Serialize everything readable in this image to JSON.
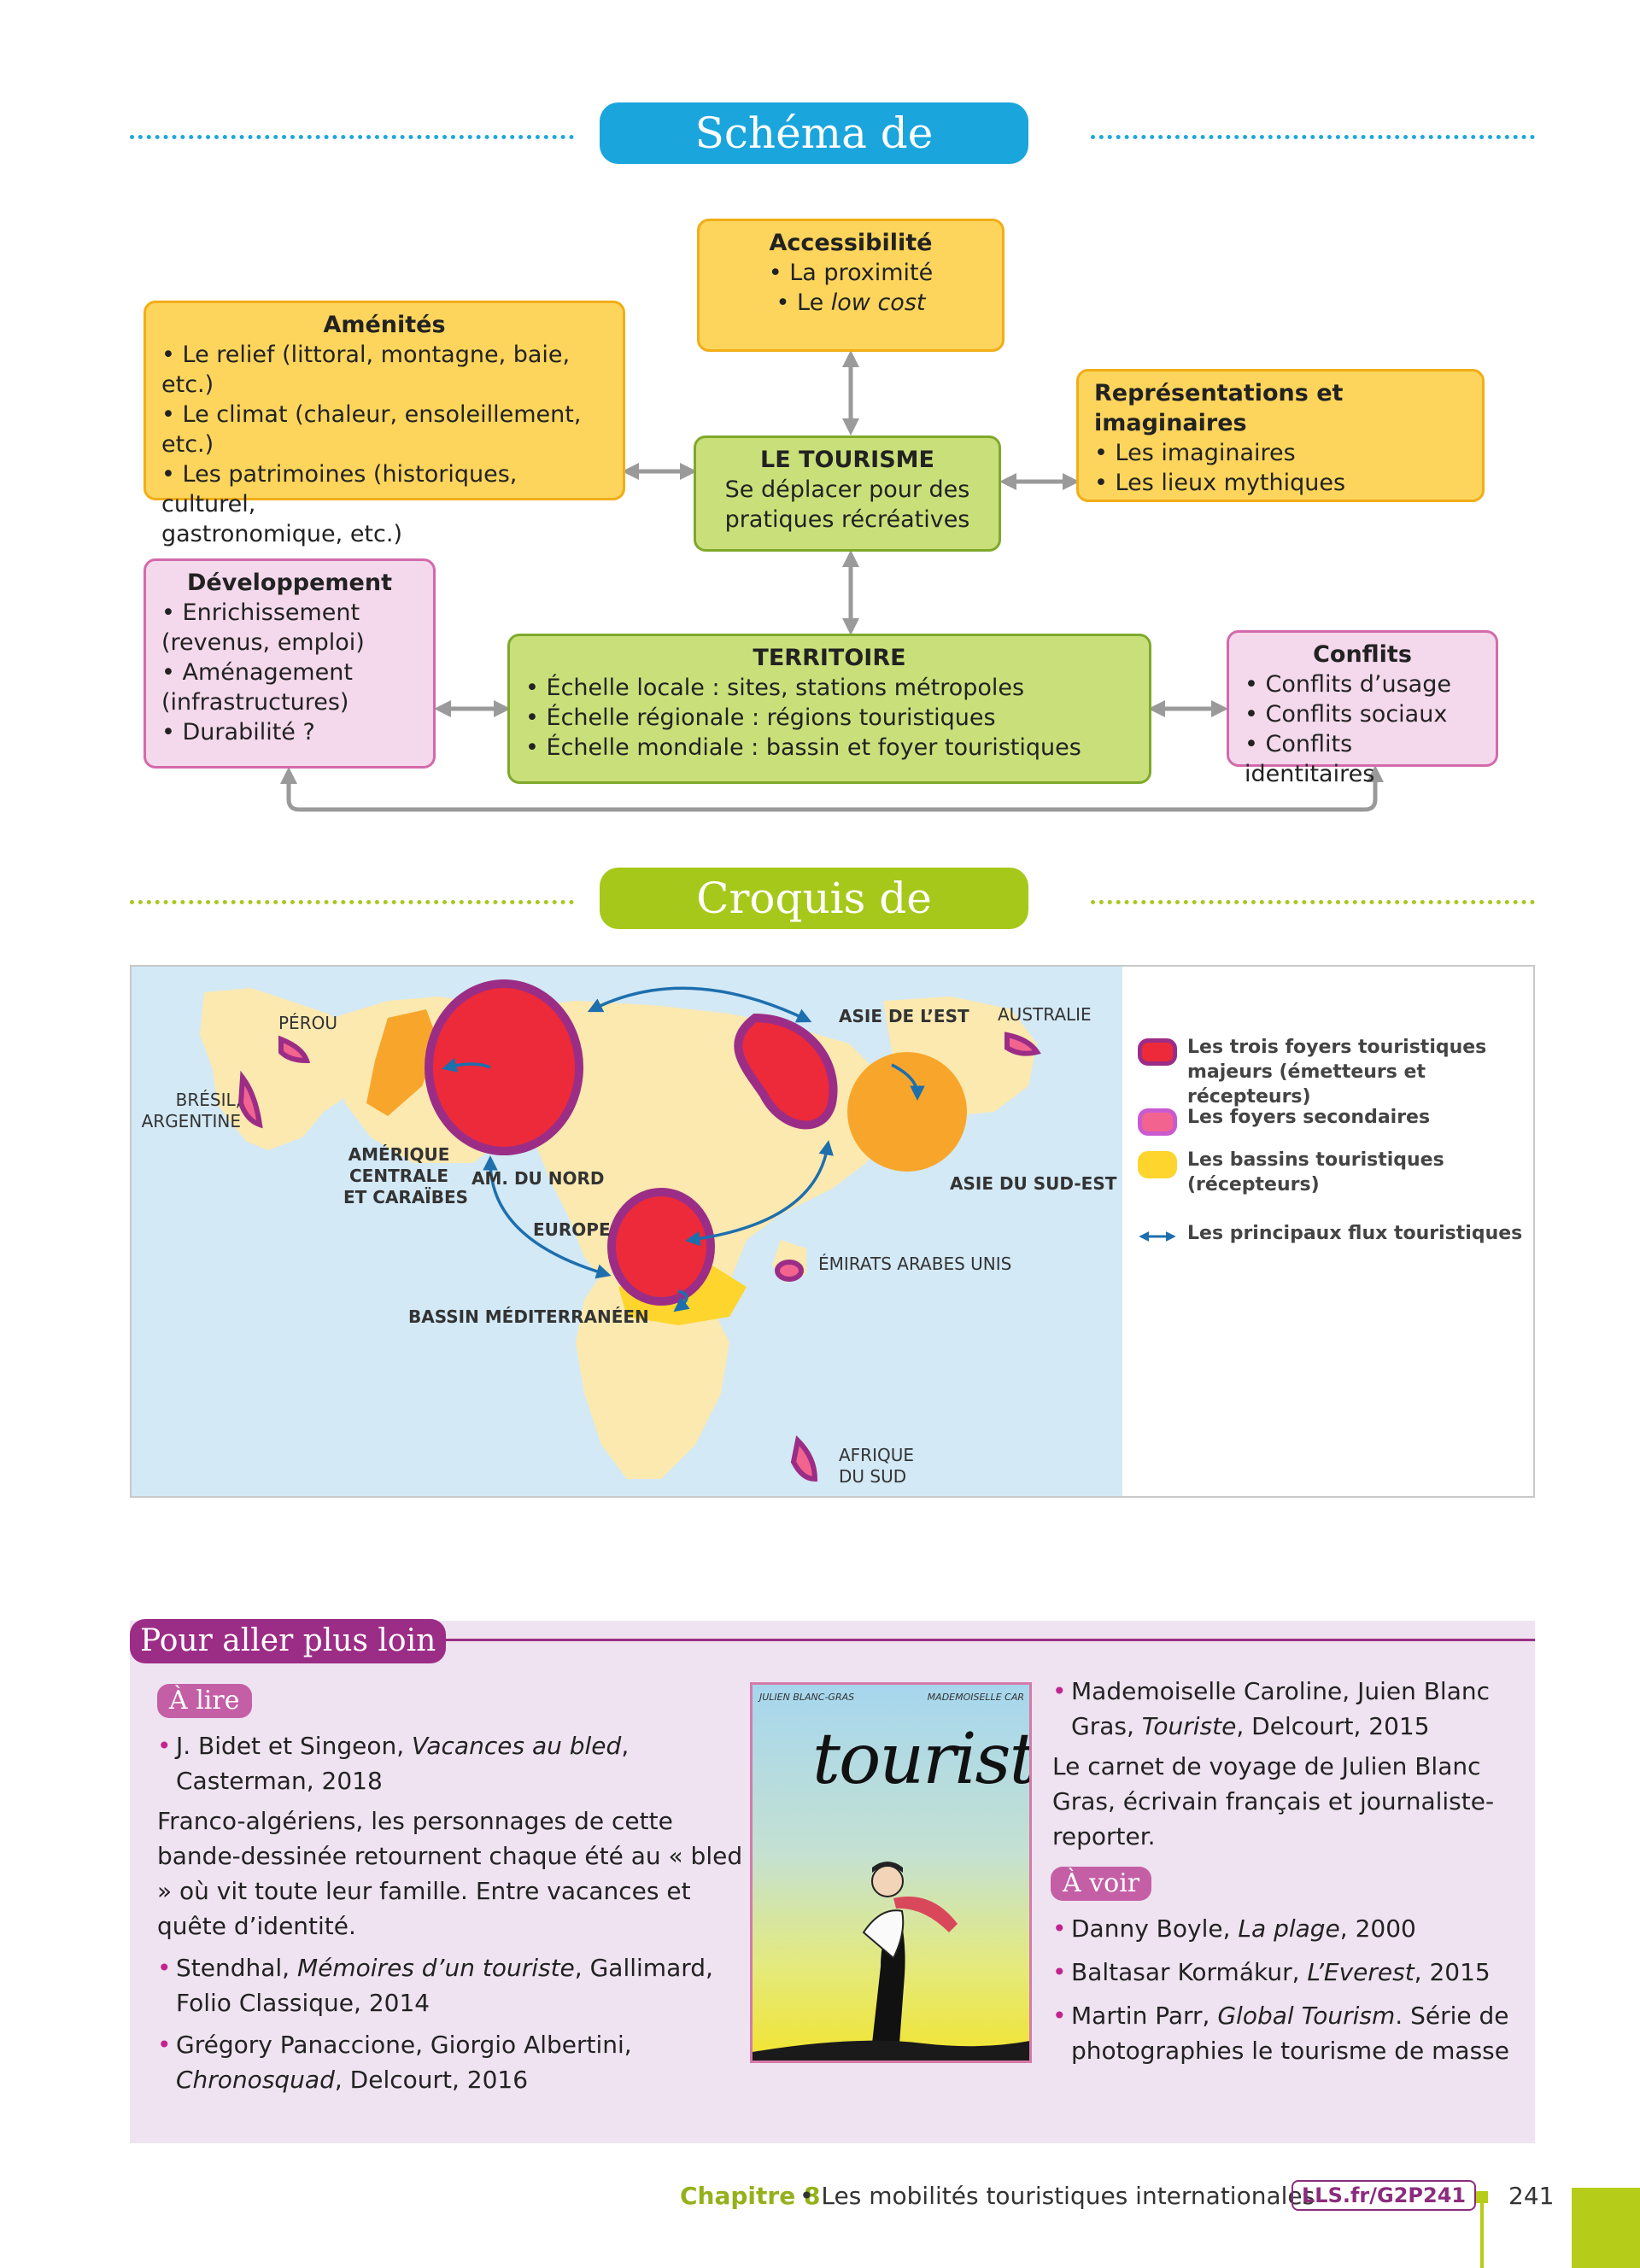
{
  "schema": {
    "title": "Schéma de synthèse",
    "accessibilite": {
      "title": "Accessibilité",
      "items": [
        "La proximité",
        "Le ",
        "low cost"
      ]
    },
    "amenites": {
      "title": "Aménités",
      "items": [
        "Le relief (littoral, montagne, baie, etc.)",
        "Le climat (chaleur, ensoleillement, etc.)",
        "Les patrimoines (historiques, culturel,",
        "gastronomique, etc.)"
      ]
    },
    "tourisme": {
      "title": "LE TOURISME",
      "lines": [
        "Se déplacer pour des",
        "pratiques récréatives"
      ]
    },
    "representations": {
      "title": "Représentations et imaginaires",
      "items": [
        "Les imaginaires",
        "Les lieux mythiques"
      ]
    },
    "developpement": {
      "title": "Développement",
      "items": [
        "Enrichissement",
        "(revenus, emploi)",
        "Aménagement",
        "(infrastructures)",
        "Durabilité ?"
      ]
    },
    "territoire": {
      "title": "TERRITOIRE",
      "items": [
        "Échelle locale : sites, stations métropoles",
        "Échelle régionale : régions touristiques",
        "Échelle mondiale : bassin et foyer touristiques"
      ]
    },
    "conflits": {
      "title": "Conflits",
      "items": [
        "Conflits d’usage",
        "Conflits sociaux",
        "Conflits identitaires"
      ]
    }
  },
  "croquis": {
    "title": "Croquis de synthèse",
    "labels": {
      "perou": "PÉROU",
      "bresil": "BRÉSIL,",
      "argentine": "ARGENTINE",
      "amerique_centrale": [
        "AMÉRIQUE",
        "CENTRALE",
        "ET CARAÏBES"
      ],
      "am_nord": "AM. DU NORD",
      "europe": "EUROPE",
      "bassin_med": "BASSIN MÉDITERRANÉEN",
      "asie_est": "ASIE DE L’EST",
      "australie": "AUSTRALIE",
      "asie_sud_est": "ASIE DU SUD-EST",
      "emirats": "ÉMIRATS ARABES UNIS",
      "afrique_sud": [
        "AFRIQUE",
        "DU SUD"
      ]
    },
    "legend": [
      {
        "text": "Les trois foyers touristiques majeurs (émetteurs et récepteurs)",
        "color": "#ec2a3a"
      },
      {
        "text": "Les foyers secondaires",
        "color": "#f2648f"
      },
      {
        "text": "Les bassins touristiques (récepteurs)",
        "color": "#fdd52d"
      },
      {
        "text": "Les principaux flux touristiques",
        "color": "#1d6fae"
      }
    ]
  },
  "plus_loin": {
    "title": "Pour aller plus loin",
    "a_lire": {
      "label": "À lire",
      "book1": {
        "author": "J. Bidet et Singeon, ",
        "title": "Vacances au bled",
        "rest": ", Casterman, 2018"
      },
      "book1_desc": "Franco-algériens, les personnages de cette bande-dessinée retournent chaque été au « bled » où vit toute leur famille. Entre vacances et quête d’identité.",
      "book2": {
        "author": "Stendhal, ",
        "title": "Mémoires d’un touriste",
        "rest": ", Gallimard, Folio Classique, 2014"
      },
      "book3": {
        "author": "Grégory Panaccione, Giorgio Albertini, ",
        "title": "Chronosquad",
        "rest": ", Delcourt, 2016"
      },
      "book4": {
        "author": "Mademoiselle Caroline, Juien Blanc Gras, ",
        "title": "Touriste",
        "rest": ", Delcourt, 2015"
      },
      "book4_desc": "Le carnet de voyage de Julien Blanc Gras, écrivain français et journaliste-reporter."
    },
    "cover": {
      "author_left": "JULIEN BLANC-GRAS",
      "author_right": "MADEMOISELLE CAR",
      "title": "touriste"
    },
    "a_voir": {
      "label": "À voir",
      "film1": {
        "author": "Danny Boyle, ",
        "title": "La plage",
        "rest": ", 2000"
      },
      "film2": {
        "author": "Baltasar Kormákur, ",
        "title": "L’Everest",
        "rest": ", 2015"
      },
      "film3": {
        "author": "Martin Parr, ",
        "title": "Global Tourism",
        "rest": ". Série de photographies le tourisme de masse"
      }
    }
  },
  "footer": {
    "chapter": "Chapitre 8",
    "subtitle": "• Les mobilités touristiques internationales",
    "link": "LLS.fr/G2P241",
    "page": "241"
  }
}
